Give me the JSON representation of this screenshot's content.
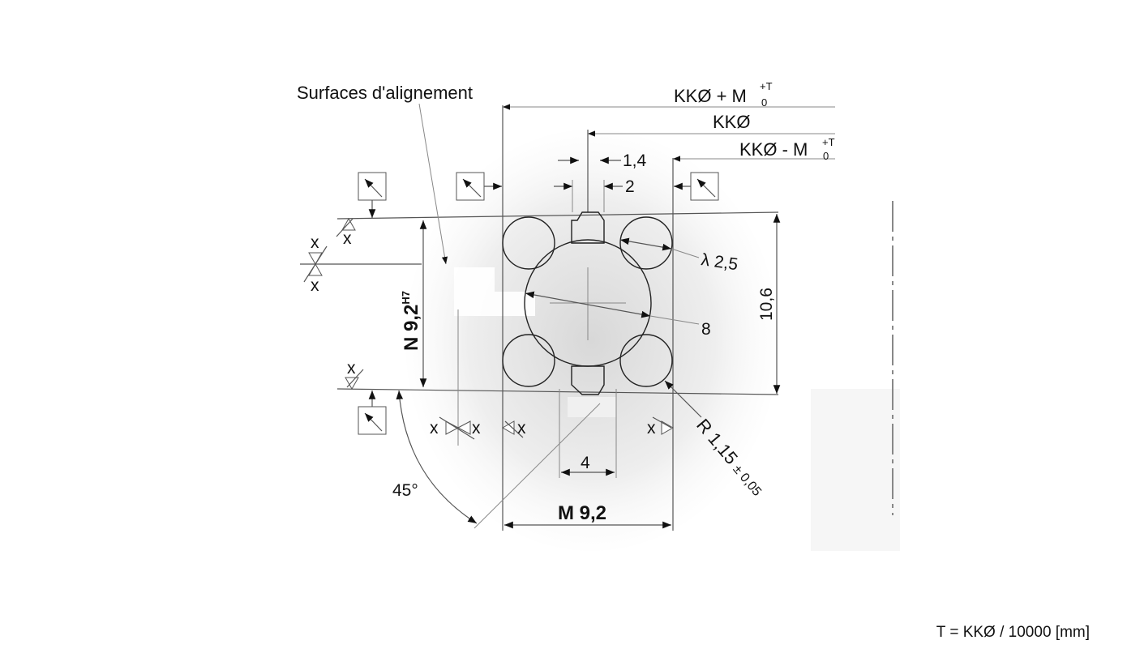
{
  "drawing": {
    "callout_alignment_surfaces": "Surfaces d'alignement",
    "dims": {
      "kk_plus": {
        "main": "KKØ + M",
        "sup": "+T",
        "sub": "0"
      },
      "kk": "KKØ",
      "kk_minus": {
        "main": "KKØ - M",
        "sup": "+T",
        "sub": "0"
      },
      "d_1_4": "1,4",
      "d_2": "2",
      "lambda": "λ 2,5",
      "ball_dia": "8",
      "height": "10,6",
      "n_width": {
        "main": "N 9,2",
        "sup": "H7"
      },
      "slot": "4",
      "m_width": "M 9,2",
      "radius": "R 1,15",
      "radius_tol": "± 0,05",
      "angle": "45°",
      "datum_x": "x"
    },
    "colors": {
      "line": "#555555",
      "hatch": "#666666",
      "text": "#111111",
      "shade": "#e4e4e4"
    }
  },
  "footer": {
    "formula": "T = KKØ / 10000 [mm]"
  }
}
